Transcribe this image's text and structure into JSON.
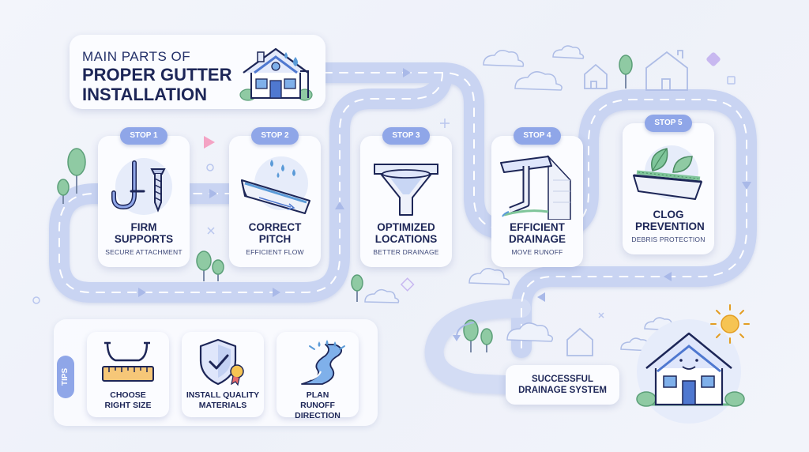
{
  "title": {
    "line1": "MAIN PARTS OF",
    "line2": "PROPER GUTTER INSTALLATION"
  },
  "stops": [
    {
      "badge": "STOP 1",
      "title": "FIRM SUPPORTS",
      "subtitle": "SECURE ATTACHMENT",
      "icon": "hanger-and-screw-icon"
    },
    {
      "badge": "STOP 2",
      "title": "CORRECT PITCH",
      "subtitle": "EFFICIENT FLOW",
      "icon": "sloped-gutter-icon"
    },
    {
      "badge": "STOP 3",
      "title": "OPTIMIZED LOCATIONS",
      "subtitle": "BETTER DRAINAGE",
      "icon": "funnel-outlet-icon"
    },
    {
      "badge": "STOP 4",
      "title": "EFFICIENT DRAINAGE",
      "subtitle": "MOVE RUNOFF",
      "icon": "downspout-icon"
    },
    {
      "badge": "STOP 5",
      "title": "CLOG PREVENTION",
      "subtitle": "DEBRIS PROTECTION",
      "icon": "gutter-guard-leaf-icon"
    }
  ],
  "tips": {
    "label": "TIPS",
    "items": [
      {
        "text": "CHOOSE RIGHT SIZE",
        "icon": "gutter-ruler-icon"
      },
      {
        "text": "INSTALL QUALITY MATERIALS",
        "icon": "shield-check-icon"
      },
      {
        "text": "PLAN RUNOFF DIRECTION",
        "icon": "water-stream-icon"
      }
    ]
  },
  "success": {
    "text": "SUCCESSFUL DRAINAGE SYSTEM"
  },
  "colors": {
    "road": "#c9d4f2",
    "road_line": "#ffffff",
    "accent": "#8fa6e8",
    "navy": "#1d2657",
    "water": "#5b9bd8",
    "tree": "#6bb88a",
    "sun": "#f6b93b"
  }
}
